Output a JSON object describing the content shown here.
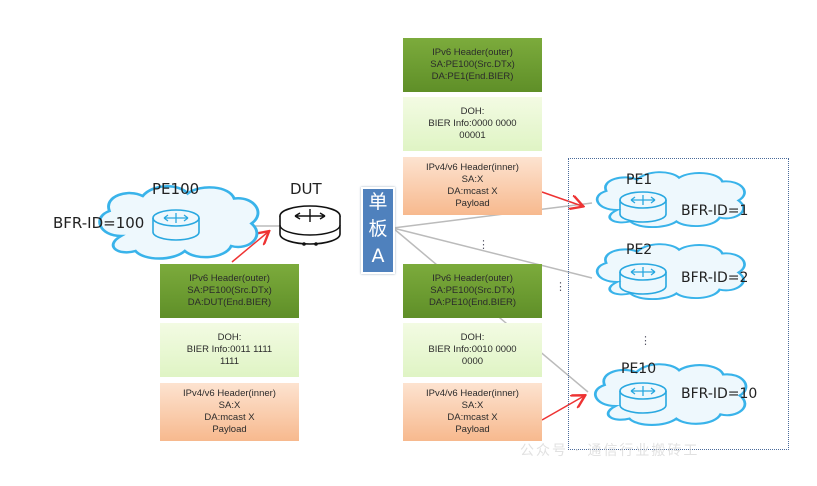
{
  "diagram": {
    "source": {
      "name": "PE100",
      "bfr_id_label": "BFR-ID=100"
    },
    "dut": {
      "name": "DUT",
      "board_label_line1": "单",
      "board_label_line2": "板",
      "board_label_line3": "A"
    },
    "receivers": [
      {
        "name": "PE1",
        "bfr_id_label": "BFR-ID=1"
      },
      {
        "name": "PE2",
        "bfr_id_label": "BFR-ID=2"
      },
      {
        "name": "PE10",
        "bfr_id_label": "BFR-ID=10"
      }
    ],
    "ellipsis": "⋮",
    "packets": {
      "ingress": {
        "outer": [
          "IPv6 Header(outer)",
          "SA:PE100(Src.DTx)",
          "DA:DUT(End.BIER)"
        ],
        "doh": [
          "DOH:",
          "BIER Info:0011 1111",
          "1111"
        ],
        "inner": [
          "IPv4/v6 Header(inner)",
          "SA:X",
          "DA:mcast X",
          "Payload"
        ]
      },
      "to_pe1": {
        "outer": [
          "IPv6 Header(outer)",
          "SA:PE100(Src.DTx)",
          "DA:PE1(End.BIER)"
        ],
        "doh": [
          "DOH:",
          "BIER Info:0000 0000",
          "00001"
        ],
        "inner": [
          "IPv4/v6 Header(inner)",
          "SA:X",
          "DA:mcast X",
          "Payload"
        ]
      },
      "to_pe10": {
        "outer": [
          "IPv6 Header(outer)",
          "SA:PE100(Src.DTx)",
          "DA:PE10(End.BIER)"
        ],
        "doh": [
          "DOH:",
          "BIER Info:0010 0000",
          "0000"
        ],
        "inner": [
          "IPv4/v6 Header(inner)",
          "SA:X",
          "DA:mcast X",
          "Payload"
        ]
      }
    },
    "watermark": "公众号 · 通信行业搬砖工",
    "colors": {
      "cloud_stroke": "#39b3ea",
      "cloud_fill": "#eef8fd",
      "arrow": "#ee3333",
      "link": "#bbbbbb",
      "outer_header": "#6e9e31",
      "doh": "#e6f7cf",
      "inner_header": "#f9c7a2",
      "board": "#4f81bd"
    }
  }
}
